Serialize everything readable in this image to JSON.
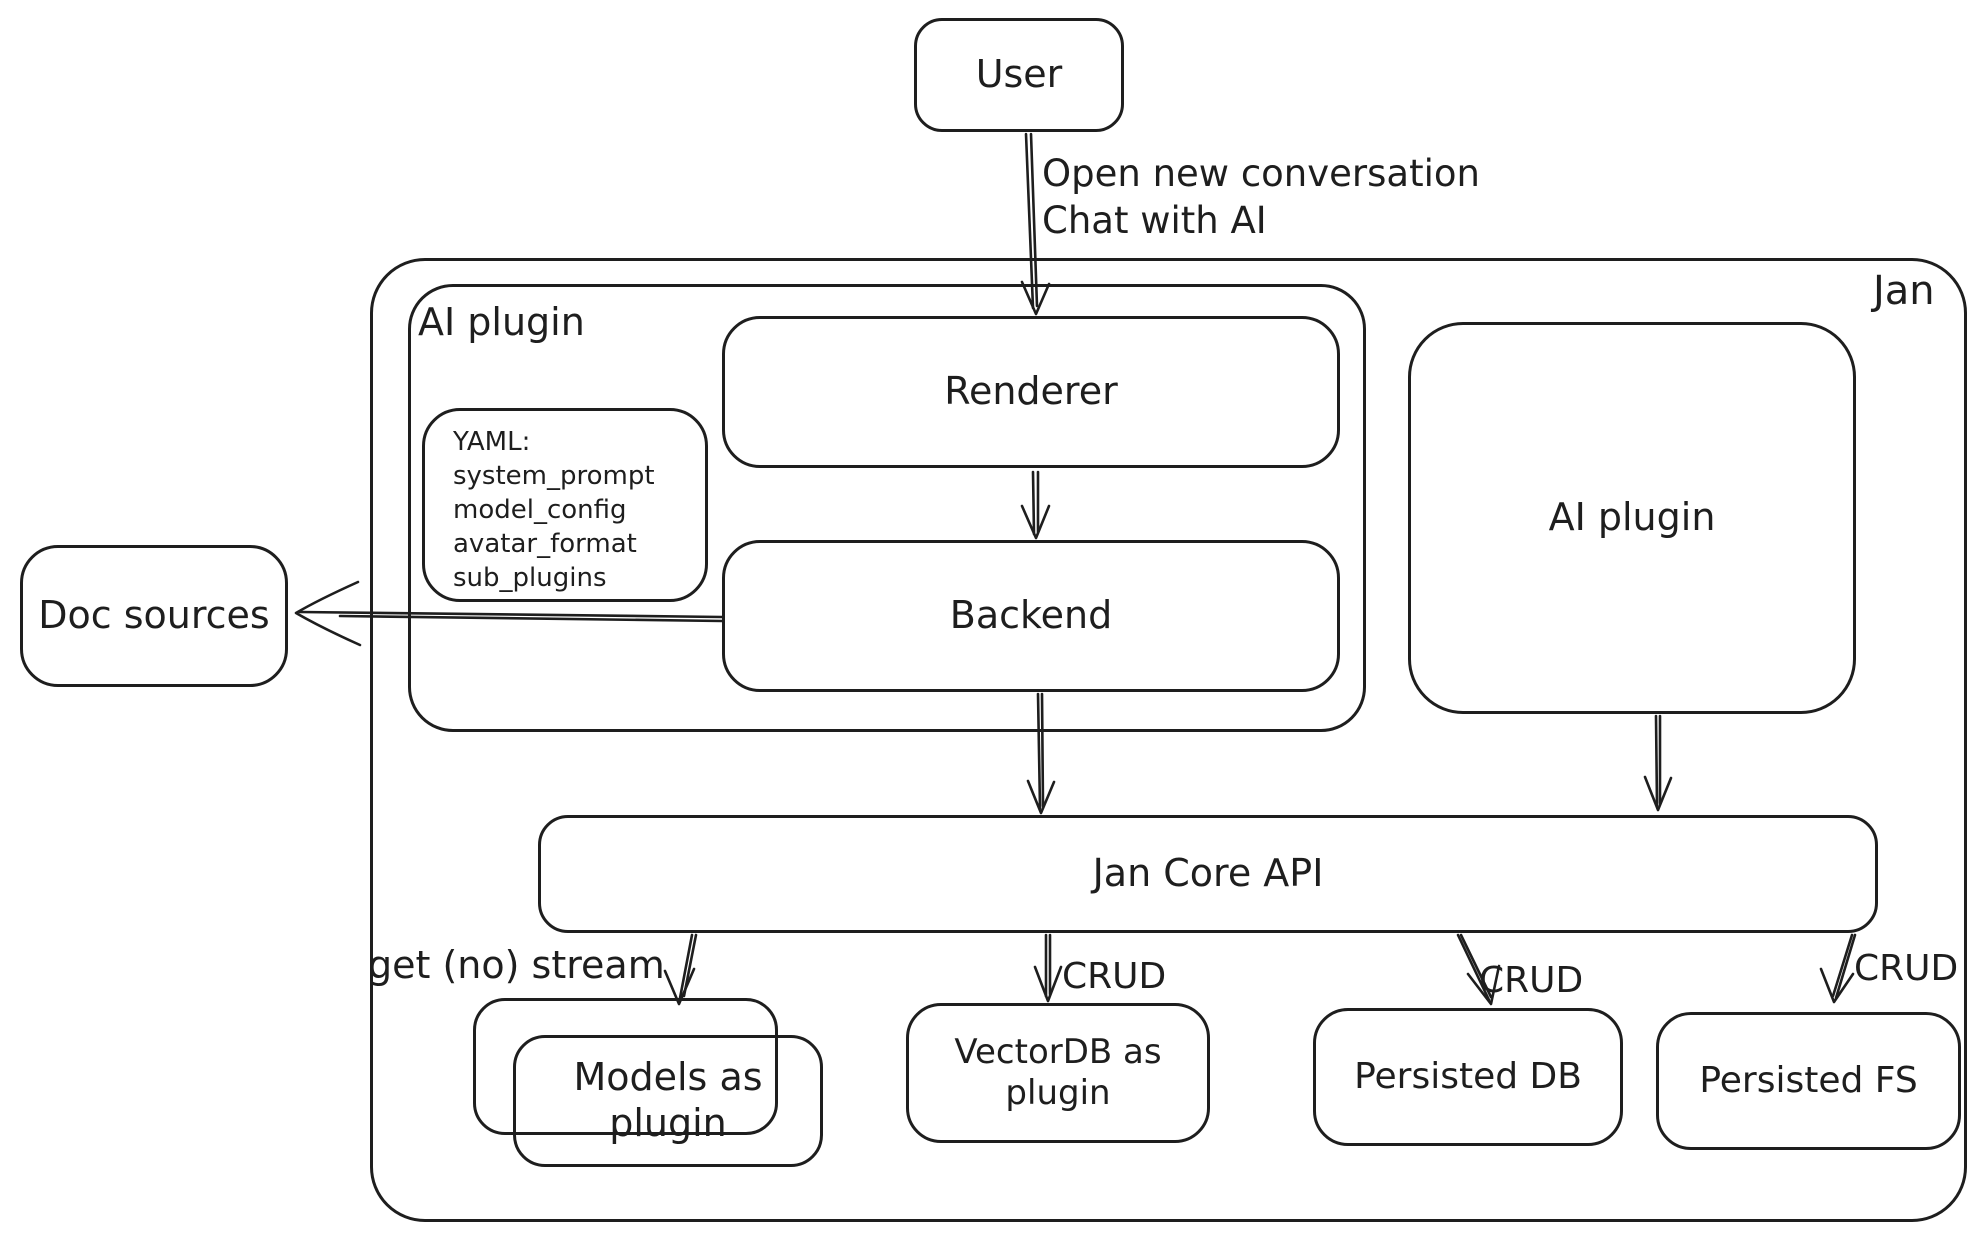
{
  "diagram": {
    "container_label": "Jan",
    "nodes": {
      "user": "User",
      "ai_plugin_left": "AI plugin",
      "renderer": "Renderer",
      "backend": "Backend",
      "ai_plugin_right": "AI plugin",
      "doc_sources": "Doc sources",
      "jan_core_api": "Jan Core API",
      "models_line1": "Models as",
      "models_line2": "plugin",
      "vectordb_line1": "VectorDB as",
      "vectordb_line2": "plugin",
      "persisted_db": "Persisted DB",
      "persisted_fs": "Persisted FS"
    },
    "yaml_note": {
      "title": "YAML:",
      "line1": "system_prompt",
      "line2": "model_config",
      "line3": "avatar_format",
      "line4": "sub_plugins"
    },
    "edge_labels": {
      "user_flow_line1": "Open new conversation",
      "user_flow_line2": "Chat with AI",
      "stream": "get (no) stream",
      "crud_vectordb": "CRUD",
      "crud_db": "CRUD",
      "crud_fs": "CRUD"
    },
    "colors": {
      "stroke": "#1e1e1e",
      "background": "#ffffff"
    }
  }
}
